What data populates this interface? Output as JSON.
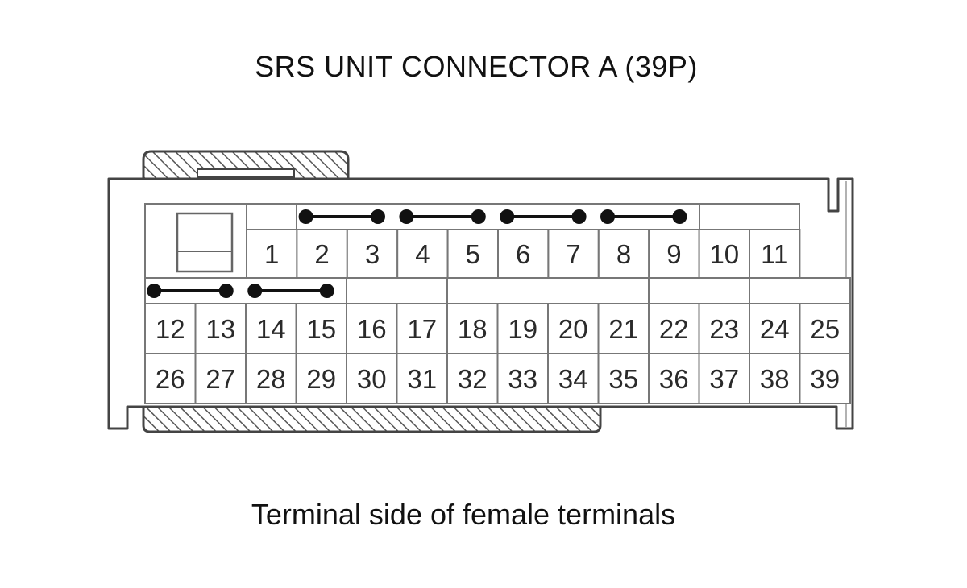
{
  "title": "SRS UNIT CONNECTOR A (39P)",
  "caption": "Terminal side of female terminals",
  "colors": {
    "line": "#444444",
    "cell_border": "#777777",
    "background": "#ffffff",
    "hatch": "#555555"
  },
  "connector": {
    "row1": [
      "1",
      "2",
      "3",
      "4",
      "5",
      "6",
      "7",
      "8",
      "9",
      "10",
      "11"
    ],
    "row2": [
      "12",
      "13",
      "14",
      "15",
      "16",
      "17",
      "18",
      "19",
      "20",
      "21",
      "22",
      "23",
      "24",
      "25"
    ],
    "row3": [
      "26",
      "27",
      "28",
      "29",
      "30",
      "31",
      "32",
      "33",
      "34",
      "35",
      "36",
      "37",
      "38",
      "39"
    ],
    "shorting_bars": [
      [
        "2",
        "3"
      ],
      [
        "4",
        "5"
      ],
      [
        "6",
        "7"
      ],
      [
        "8",
        "9"
      ],
      [
        "12",
        "13"
      ],
      [
        "14",
        "15"
      ]
    ]
  }
}
